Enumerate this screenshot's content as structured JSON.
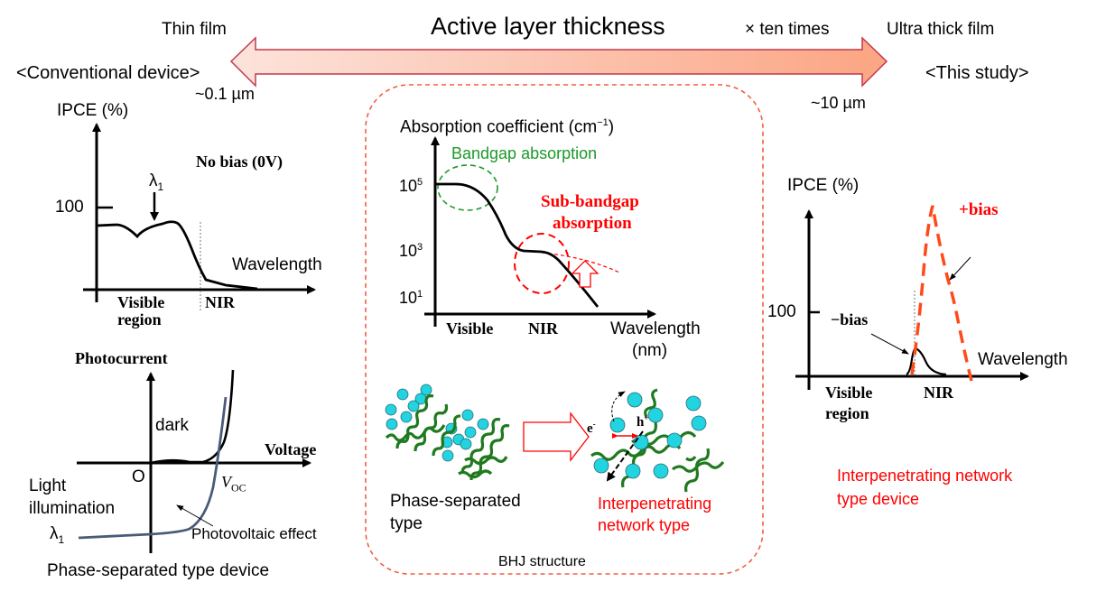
{
  "colors": {
    "arrow_stroke": "#c0394b",
    "arrow_fill_start": "#fde3dc",
    "arrow_fill_end": "#fba583",
    "box_dash": "#f06040",
    "red": "#ff0000",
    "orange_dash": "#ff4a1a",
    "green": "#1a9a2a",
    "polymer": "#1f7a1f",
    "fullerene": "#22d3e0",
    "iv_light": "#4a5a78"
  },
  "header": {
    "title": "Active layer thickness",
    "left_label": "Thin film",
    "right_label": "Ultra thick film",
    "multiplier": "× ten times",
    "left_tag": "<Conventional device>",
    "right_tag": "<This study>",
    "left_thickness": "~0.1 µm",
    "right_thickness": "~10 µm"
  },
  "left_ipce": {
    "ylabel": "IPCE (%)",
    "tick_100": "100",
    "condition": "No bias (0V)",
    "lambda_label": "λ",
    "lambda_sub": "1",
    "xlabel": "Wavelength",
    "region_visible_1": "Visible",
    "region_visible_2": "region",
    "region_nir": "NIR"
  },
  "iv_curve": {
    "ylabel": "Photocurrent",
    "xlabel": "Voltage",
    "dark_label": "dark",
    "origin": "O",
    "light_1": "Light",
    "light_2": "illumination",
    "lambda_label": "λ",
    "lambda_sub": "1",
    "voc_label": "V",
    "voc_sub": "OC",
    "effect_label": "Photovoltaic effect",
    "caption": "Phase-separated type device"
  },
  "absorption": {
    "ylabel": "Absorption coefficient (cm",
    "ylabel_sup": "−1",
    "ylabel_end": ")",
    "bandgap_label": "Bandgap absorption",
    "subbandgap_1": "Sub-bandgap",
    "subbandgap_2": "absorption",
    "tick_10_5": "10",
    "tick_10_5_sup": "5",
    "tick_10_3": "10",
    "tick_10_3_sup": "3",
    "tick_10_1": "10",
    "tick_10_1_sup": "1",
    "region_visible": "Visible",
    "region_nir": "NIR",
    "xlabel_1": "Wavelength",
    "xlabel_2": "(nm)"
  },
  "bhj": {
    "phase_sep_1": "Phase-separated",
    "phase_sep_2": "type",
    "interpen_1": "Interpenetrating",
    "interpen_2": "network type",
    "electron": "e",
    "electron_sup": "-",
    "hole": "h",
    "hole_sup": "+",
    "caption": "BHJ structure"
  },
  "right_ipce": {
    "ylabel": "IPCE (%)",
    "tick_100": "100",
    "plus_bias": "+bias",
    "minus_bias": "−bias",
    "xlabel": "Wavelength",
    "region_visible_1": "Visible",
    "region_visible_2": "region",
    "region_nir": "NIR",
    "caption_1": "Interpenetrating network",
    "caption_2": "type device"
  }
}
